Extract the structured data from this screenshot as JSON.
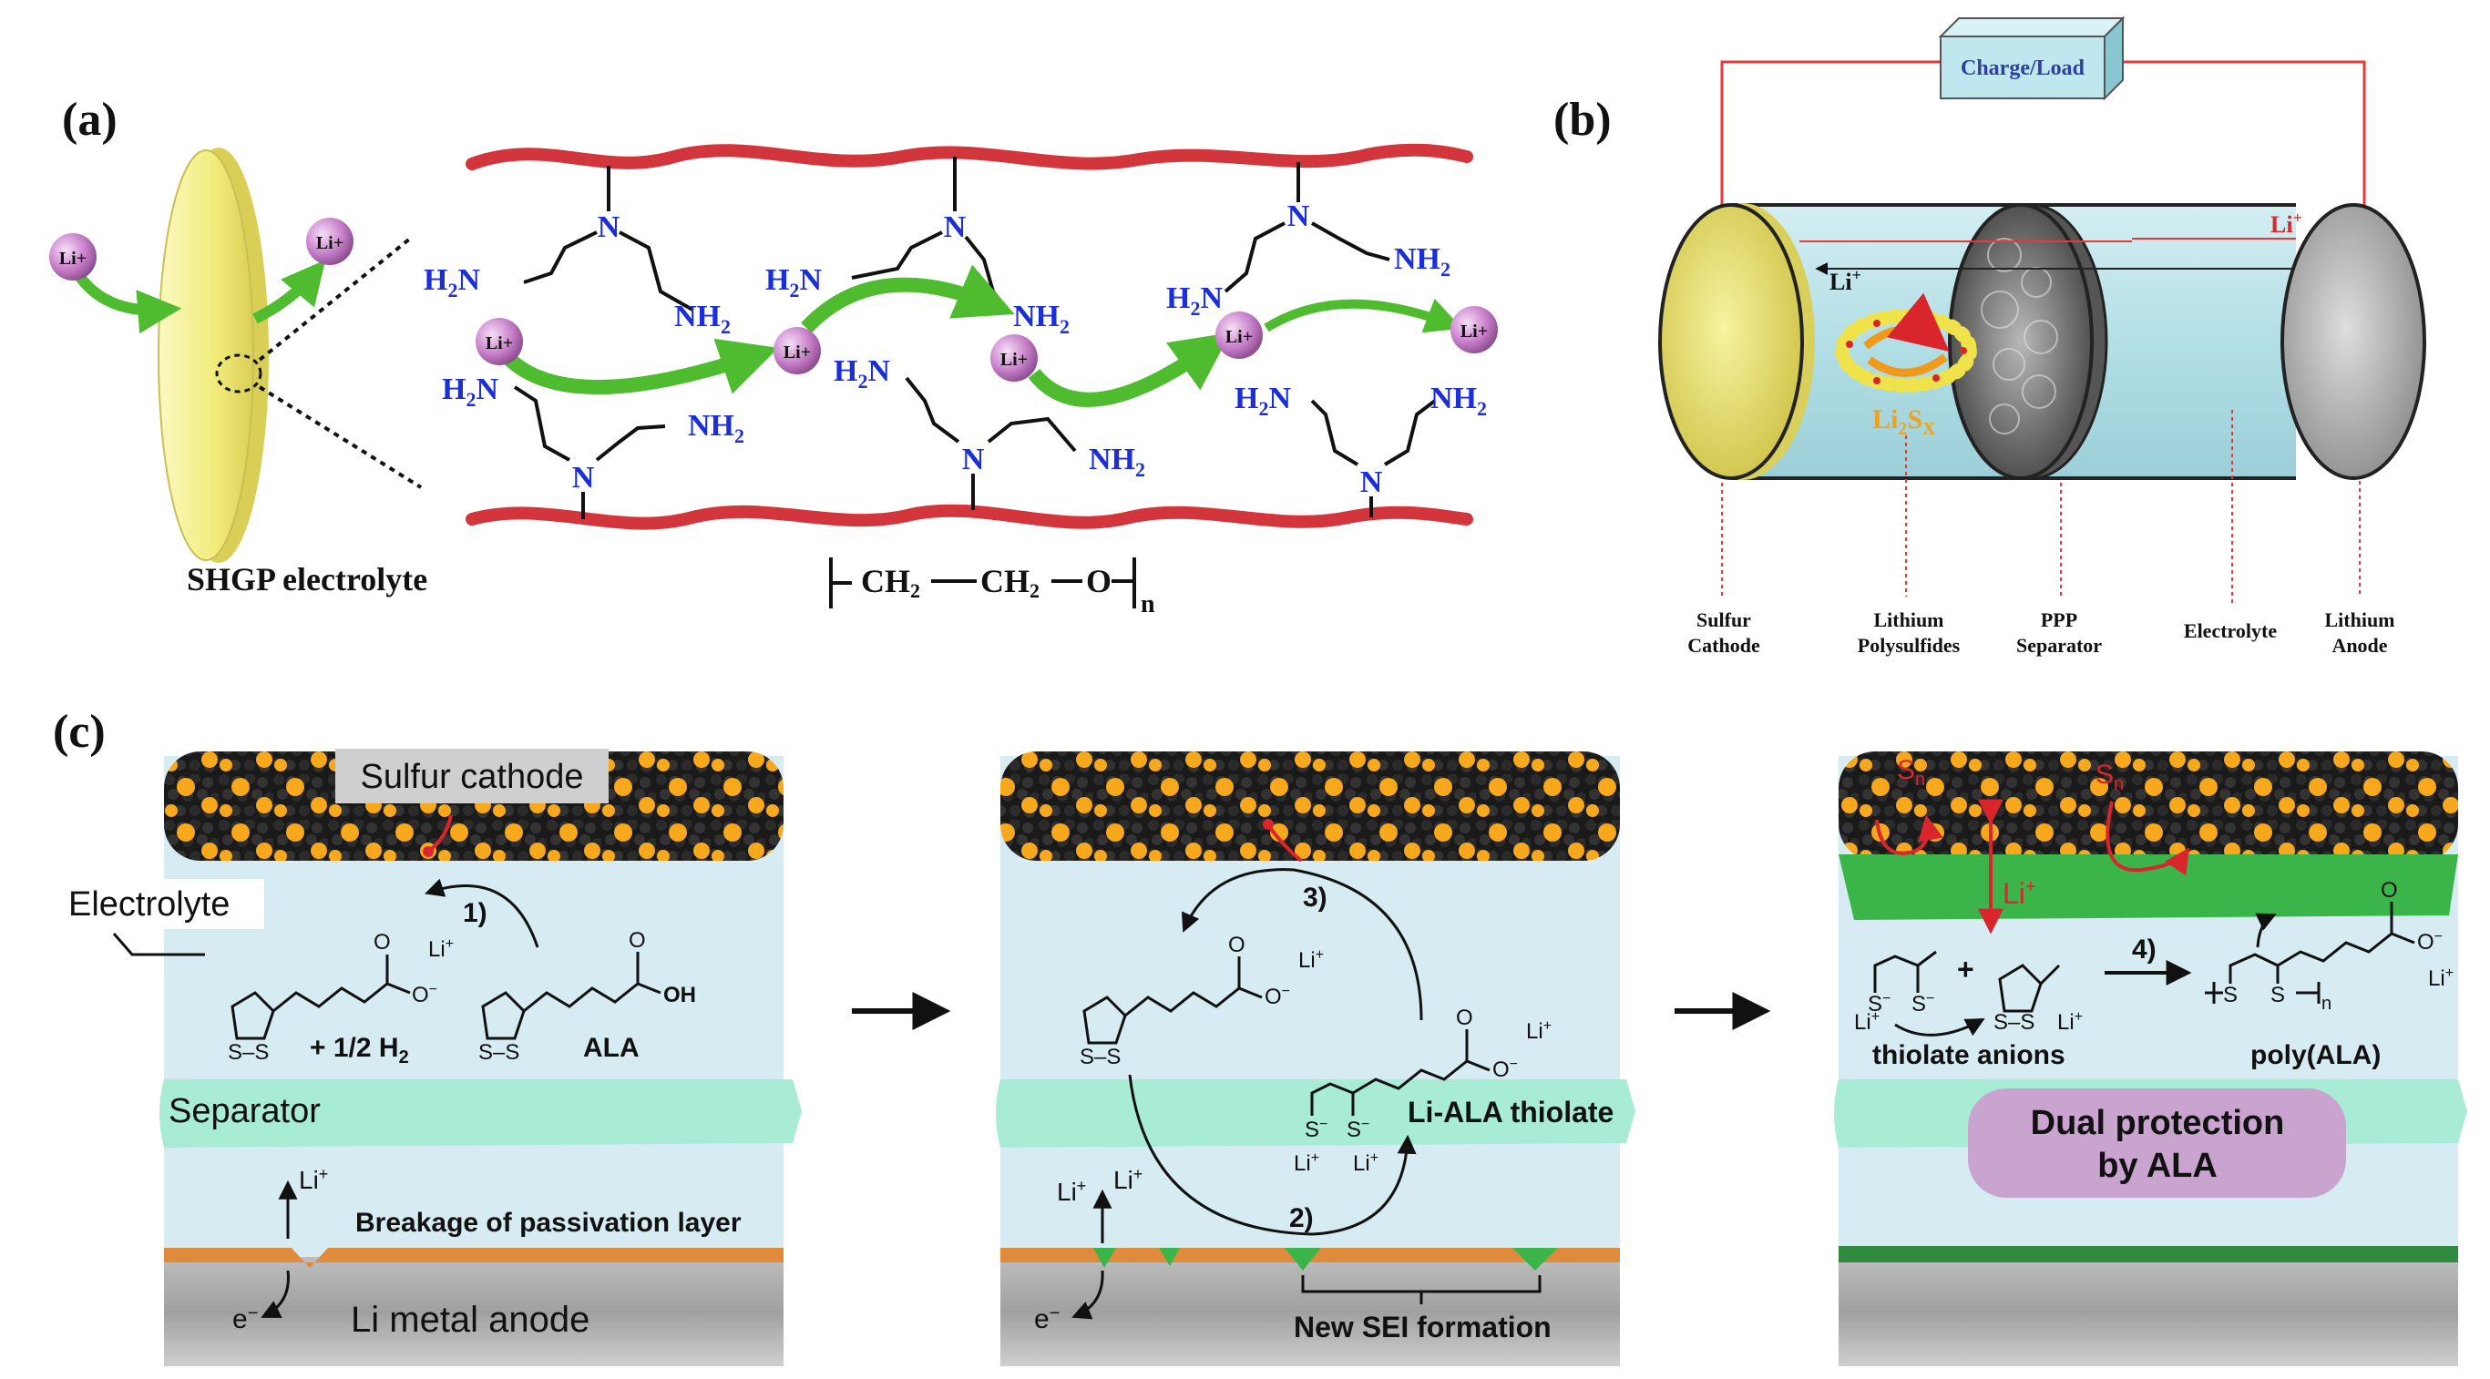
{
  "panel_a": {
    "label": "(a)",
    "li_ion": "Li+",
    "amine_h2n": "H",
    "amine_h2n_sub": "2",
    "amine_h2n_tail": "N",
    "amine_nh2": "NH",
    "amine_nh2_sub": "2",
    "amine_n": "N",
    "electrolyte_label": "SHGP electrolyte",
    "formula_ch2a": "CH",
    "formula_ch2b": "CH",
    "formula_sub": "2",
    "formula_o": "O",
    "formula_n": "n"
  },
  "panel_b": {
    "label": "(b)",
    "charge_load": "Charge/Load",
    "li_plus": "Li",
    "li_plus_sup": "+",
    "li2sx_li": "Li",
    "li2sx_2": "2",
    "li2sx_s": "S",
    "li2sx_x": "X",
    "labels": [
      {
        "line1": "Sulfur",
        "line2": "Cathode"
      },
      {
        "line1": "Lithium",
        "line2": "Polysulfides"
      },
      {
        "line1": "PPP",
        "line2": "Separator"
      },
      {
        "line1": "Electrolyte",
        "line2": ""
      },
      {
        "line1": "Lithium",
        "line2": "Anode"
      }
    ]
  },
  "panel_c": {
    "label": "(c)",
    "sulfur_cathode": "Sulfur cathode",
    "electrolyte": "Electrolyte",
    "separator": "Separator",
    "breakage": "Breakage of passivation layer",
    "anode": "Li metal anode",
    "step1": "1)",
    "step2": "2)",
    "step3": "3)",
    "step4": "4)",
    "half_h2": "+ 1/2 H",
    "h2_sub": "2",
    "ala": "ALA",
    "oh": "OH",
    "o_minus": "O",
    "li": "Li",
    "plus": "+",
    "minus": "−",
    "s_s": "S–S",
    "s": "S",
    "e_minus": "e",
    "li_ala_thiolate": "Li-ALA thiolate",
    "new_sei": "New SEI formation",
    "thiolate_anions": "thiolate anions",
    "poly_ala": "poly(ALA)",
    "sn": "S",
    "sn_sub": "n",
    "dual_protection_1": "Dual protection",
    "dual_protection_2": "by ALA"
  },
  "colors": {
    "polymer_red": "#d2363c",
    "amine_blue": "#1c2fd6",
    "li_pink": "#c77fc9",
    "arrow_green": "#5fc83a",
    "disk_yellow": "#f6f28e",
    "cell_cyan": "#b7e0e6",
    "sulfur_orange": "#f7a81c",
    "separator_mint": "#a8ecd6",
    "sei_orange": "#e08a3c",
    "green_layer": "#3bb54a",
    "dual_box": "#c9a4cf"
  }
}
